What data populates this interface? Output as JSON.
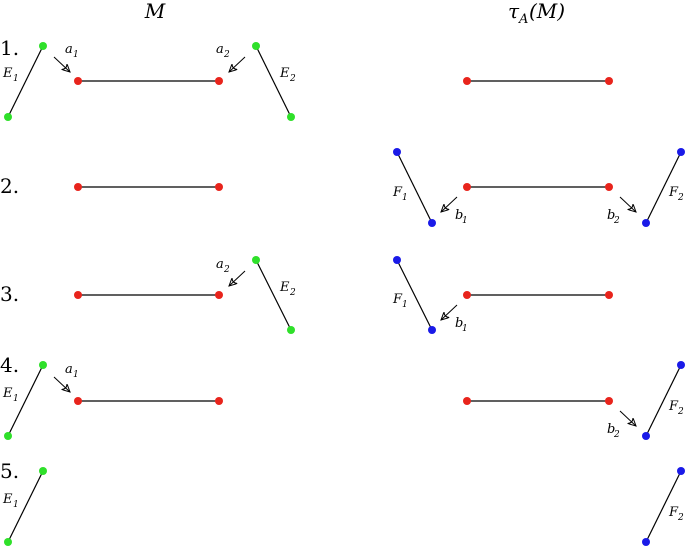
{
  "headings": {
    "left": "M",
    "right_tau": "τ",
    "right_sub": "A",
    "right_rest": "(M)"
  },
  "row_numbers": [
    "1.",
    "2.",
    "3.",
    "4.",
    "5."
  ],
  "edge_labels": {
    "E1": {
      "main": "E",
      "sub": "1"
    },
    "E2": {
      "main": "E",
      "sub": "2"
    },
    "F1": {
      "main": "F",
      "sub": "1"
    },
    "F2": {
      "main": "F",
      "sub": "2"
    },
    "a1": {
      "main": "a",
      "sub": "1"
    },
    "a2": {
      "main": "a",
      "sub": "2"
    },
    "b1": {
      "main": "b",
      "sub": "1"
    },
    "b2": {
      "main": "b",
      "sub": "2"
    }
  },
  "colors": {
    "red_vertex": "#e8241c",
    "green_vertex": "#2fe02a",
    "blue_vertex": "#1a1ae8",
    "edge": "#000000",
    "text": "#000000"
  }
}
